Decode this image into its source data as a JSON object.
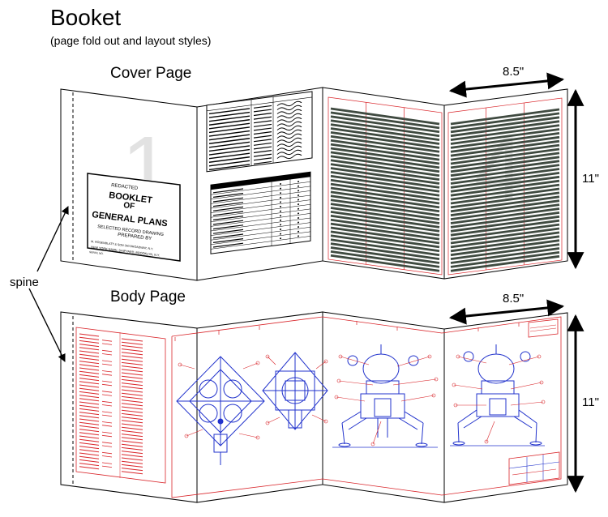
{
  "header": {
    "title": "Booket",
    "subtitle": "(page fold out and layout styles)"
  },
  "sections": {
    "cover": {
      "label": "Cover Page"
    },
    "body": {
      "label": "Body Page"
    }
  },
  "dimensions": {
    "width_label": "8.5\"",
    "height_label": "11\""
  },
  "annotations": {
    "spine": "spine"
  },
  "cover_card": {
    "top": "REDACTED",
    "line1": "BOOKLET",
    "line2": "OF",
    "line3": "GENERAL PLANS",
    "line4": "SELECTED RECORD DRAWING",
    "line5": "PREPARED BY",
    "line6": "M. ROSENBLATT & SON  350 BROADWAY, N.Y.",
    "line7": "NEW YORK NAVAL SHIPYARD, BROOKLYN, N.Y.",
    "line8": "SERIAL NO."
  },
  "watermark": {
    "left_digit": "1",
    "right_digit": "4"
  },
  "colors": {
    "blueprint_blue": "#2233cc",
    "sheet_red": "#d9262b",
    "text_bar": "#3f4a40",
    "outline": "#000000"
  }
}
